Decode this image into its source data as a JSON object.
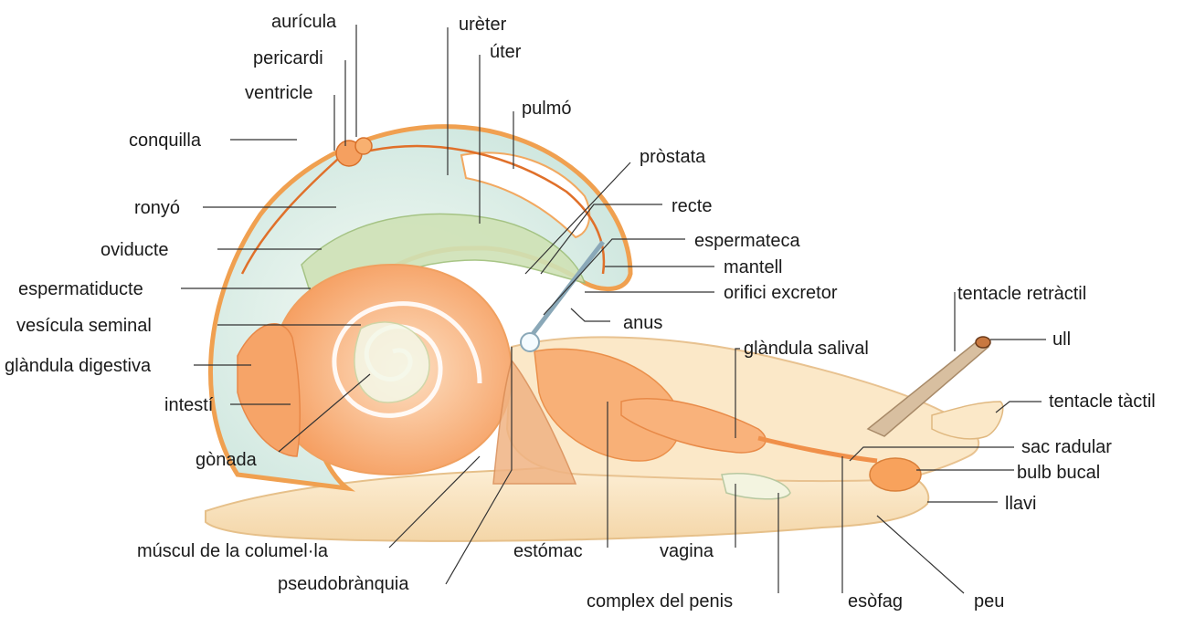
{
  "labels": {
    "auricula": "aurícula",
    "pericardi": "pericardi",
    "ventricle": "ventricle",
    "conquilla": "conquilla",
    "ronyo": "ronyó",
    "oviducte": "oviducte",
    "espermatiducte": "espermatiducte",
    "vesicula_seminal": "vesícula seminal",
    "glandula_digestiva": "glàndula digestiva",
    "intesti": "intestí",
    "gonada": "gònada",
    "muscul_columella": "múscul de la columel·la",
    "pseudobranquia": "pseudobrànquia",
    "ureter": "urèter",
    "uter": "úter",
    "pulmo": "pulmó",
    "prostata": "pròstata",
    "recte": "recte",
    "espermateca": "espermateca",
    "mantell": "mantell",
    "orifici_excretor": "orifici excretor",
    "anus": "anus",
    "estomac": "estómac",
    "glandula_salival": "glàndula salival",
    "vagina": "vagina",
    "complex_penis": "complex del penis",
    "esofag": "esòfag",
    "peu": "peu",
    "tentacle_retractil": "tentacle retràctil",
    "ull": "ull",
    "tentacle_tactil": "tentacle tàctil",
    "sac_radular": "sac radular",
    "bulb_bucal": "bulb bucal",
    "llavi": "llavi"
  },
  "colors": {
    "body": "#fbe6c4",
    "shell_fill": "#e6f3ee",
    "shell_edge": "#f0a050",
    "organ_orange": "#f7a766",
    "organ_light": "#fcd2a8",
    "green_tissue": "#c8dcb0",
    "vessel": "#e0702a"
  }
}
